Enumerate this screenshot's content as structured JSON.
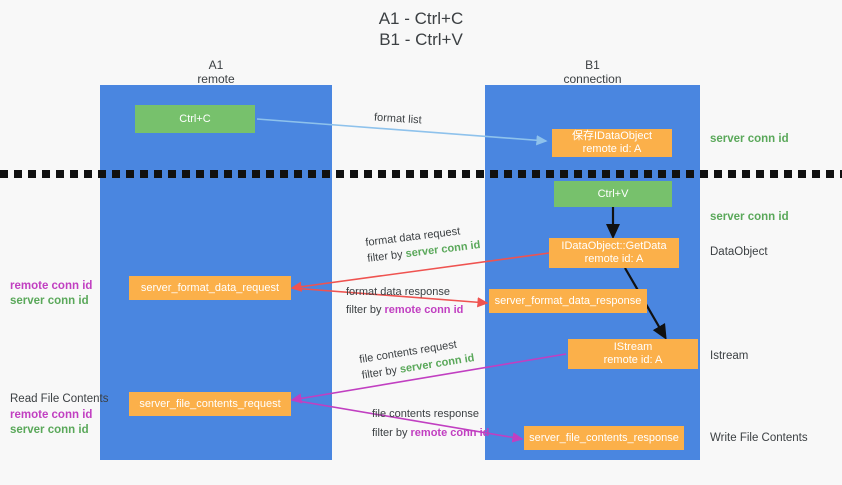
{
  "title": "A1 - Ctrl+C\nB1 - Ctrl+V",
  "columns": {
    "left": {
      "name": "A1",
      "role": "remote"
    },
    "right": {
      "name": "B1",
      "role": "connection"
    }
  },
  "nodes": {
    "ctrl_c": "Ctrl+C",
    "save_dataobject": "保存IDataObject\nremote id: A",
    "ctrl_v": "Ctrl+V",
    "getdata": "IDataObject::GetData\nremote id: A",
    "server_format_data_request": "server_format_data_request",
    "server_format_data_response": "server_format_data_response",
    "istream": "IStream\nremote id: A",
    "server_file_contents_request": "server_file_contents_request",
    "server_file_contents_response": "server_file_contents_response"
  },
  "right_notes": {
    "conn_id_top": "server conn id",
    "conn_id_second": "server conn id",
    "dataobject": "DataObject",
    "istream": "Istream",
    "write_file_contents": "Write File Contents"
  },
  "left_notes": {
    "format_remote": "remote conn id",
    "format_server": "server conn id",
    "read_file_contents": "Read File Contents",
    "file_remote": "remote conn id",
    "file_server": "server conn id"
  },
  "edges": {
    "format_list": "format list",
    "format_data_request_l1": "format data request",
    "format_data_request_filter_prefix": "filter by ",
    "format_data_request_filter_value": "server conn id",
    "format_data_response_l1": "format data response",
    "format_data_response_filter_prefix": "filter by ",
    "format_data_response_filter_value": "remote conn id",
    "file_contents_request_l1": "file contents request",
    "file_contents_request_filter_prefix": "filter by ",
    "file_contents_request_filter_value": "server conn id",
    "file_contents_response_l1": "file contents response",
    "file_contents_response_filter_prefix": "filter by ",
    "file_contents_response_filter_value": "remote conn id"
  },
  "colors": {
    "lane": "#4a86e0",
    "green_box": "#77c16c",
    "orange_box": "#fbb04a",
    "server_conn": "#5aa85a",
    "remote_conn": "#c13fc1",
    "arrow_blue": "#8ec2ec",
    "arrow_red": "#ef5350",
    "arrow_magenta": "#c13fc1",
    "arrow_black": "#111111"
  }
}
